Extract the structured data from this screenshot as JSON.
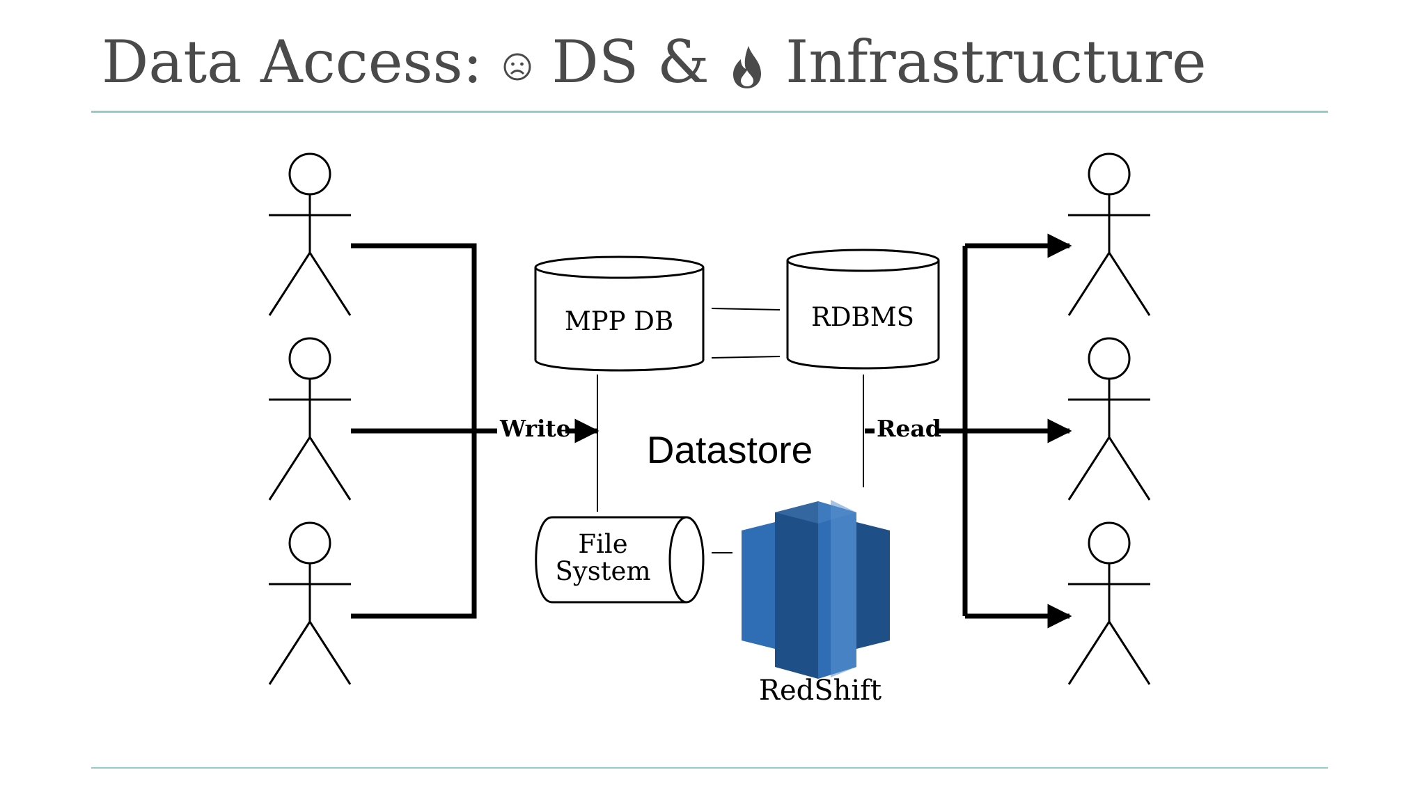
{
  "slide": {
    "title_prefix": "Data Access:",
    "title_ds": "DS &",
    "title_suffix": "Infrastructure",
    "title_icons": [
      "frown-face-icon",
      "fire-icon"
    ]
  },
  "diagram": {
    "nodes": {
      "mpp_db": "MPP DB",
      "rdbms": "RDBMS",
      "file_system_line1": "File",
      "file_system_line2": "System",
      "redshift": "RedShift",
      "datastore": "Datastore"
    },
    "edges": {
      "write": "Write",
      "read": "Read"
    },
    "actors": {
      "writers": 3,
      "readers": 3
    },
    "colors": {
      "accent_rule": "#8fcdc4",
      "title_text": "#4a4a4a",
      "redshift_dark": "#1f4f87",
      "redshift_mid": "#2f6db5",
      "redshift_light": "#5b93cf"
    }
  }
}
